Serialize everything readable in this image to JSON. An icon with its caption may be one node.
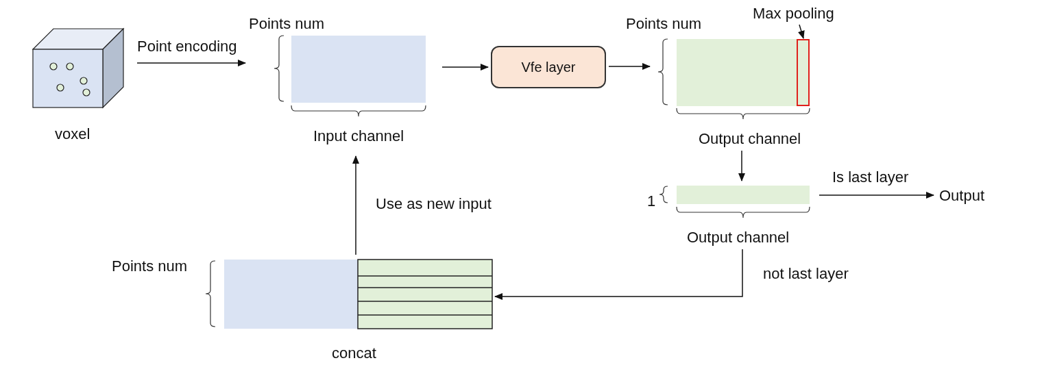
{
  "diagram": {
    "nodes": [
      {
        "text": [],
        "shape": "cube",
        "beside": [
          "voxel"
        ]
      },
      {
        "text": [],
        "shape": "box",
        "beside": [
          "Points num",
          "Input channel"
        ]
      },
      {
        "text": [
          "Vfe layer"
        ]
      },
      {
        "text": [],
        "shape": "box",
        "beside": [
          "Points num",
          "Output channel"
        ]
      },
      {
        "text": [],
        "shape": "box",
        "in": 3
      },
      {
        "text": [
          "Max pooling"
        ]
      },
      {
        "text": [],
        "shape": "box",
        "beside": [
          "1",
          "Output channel"
        ]
      },
      {
        "text": [
          "Output"
        ]
      },
      {
        "text": [],
        "shape": "box",
        "beside": [
          "Points num",
          "concat"
        ]
      }
    ],
    "edges": [
      {
        "from": 0,
        "to": 1,
        "arrow": "to",
        "label": "Point encoding"
      },
      {
        "from": 1,
        "to": 2,
        "arrow": "to"
      },
      {
        "from": 2,
        "to": 3,
        "arrow": "to"
      },
      {
        "from": 5,
        "to": 4,
        "arrow": "to"
      },
      {
        "from": 3,
        "to": 6,
        "arrow": "to"
      },
      {
        "from": 6,
        "to": 7,
        "arrow": "to",
        "label": "Is last layer"
      },
      {
        "from": 6,
        "to": 8,
        "arrow": "to",
        "label": "not last layer"
      },
      {
        "from": 8,
        "to": 1,
        "arrow": "to",
        "label": "Use as new input"
      }
    ]
  }
}
